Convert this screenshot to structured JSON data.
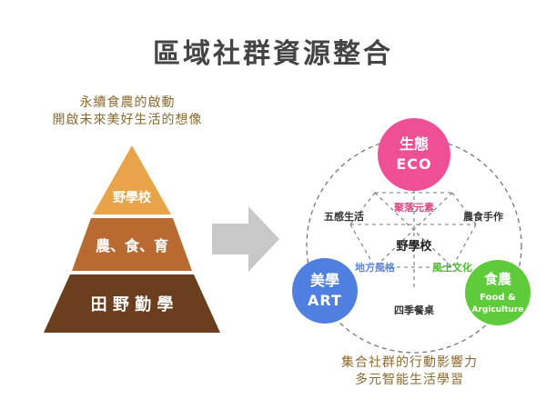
{
  "title": "區域社群資源整合",
  "pyramid": {
    "tagline": [
      "永續食農的啟動",
      "開啟未來美好生活的想像"
    ],
    "tiers": [
      {
        "label": "野學校",
        "color": "#e9a44a"
      },
      {
        "label": "農、食、育",
        "color": "#b86a30"
      },
      {
        "label": "田 野 勤 學",
        "color": "#6b3f1d"
      }
    ]
  },
  "network": {
    "center_label": "野學校",
    "nodes": {
      "eco": {
        "line1": "生態",
        "line2": "ECO",
        "color": "#ee4f95"
      },
      "art": {
        "line1": "美學",
        "line2": "ART",
        "color": "#4f7fe0"
      },
      "food": {
        "line1": "食農",
        "line2": "Food &",
        "line3": "Argiculture",
        "color": "#5ecc3a"
      }
    },
    "outer_labels": {
      "five_senses": "五感生活",
      "farm_food_craft": "農食手作",
      "four_seasons_table": "四季餐桌"
    },
    "inner_labels": {
      "settlement": {
        "text": "聚落元素",
        "color": "#e0457f"
      },
      "local_style": {
        "text": "地方風格",
        "color": "#5a86e0"
      },
      "culture": {
        "text": "風土文化",
        "color": "#4fb830"
      }
    },
    "caption": [
      "集合社群的行動影響力",
      "多元智能生活學習"
    ]
  },
  "colors": {
    "arrow": "#c8c8c8",
    "circle_stroke": "#777777",
    "tier_text": "#ffffff"
  }
}
